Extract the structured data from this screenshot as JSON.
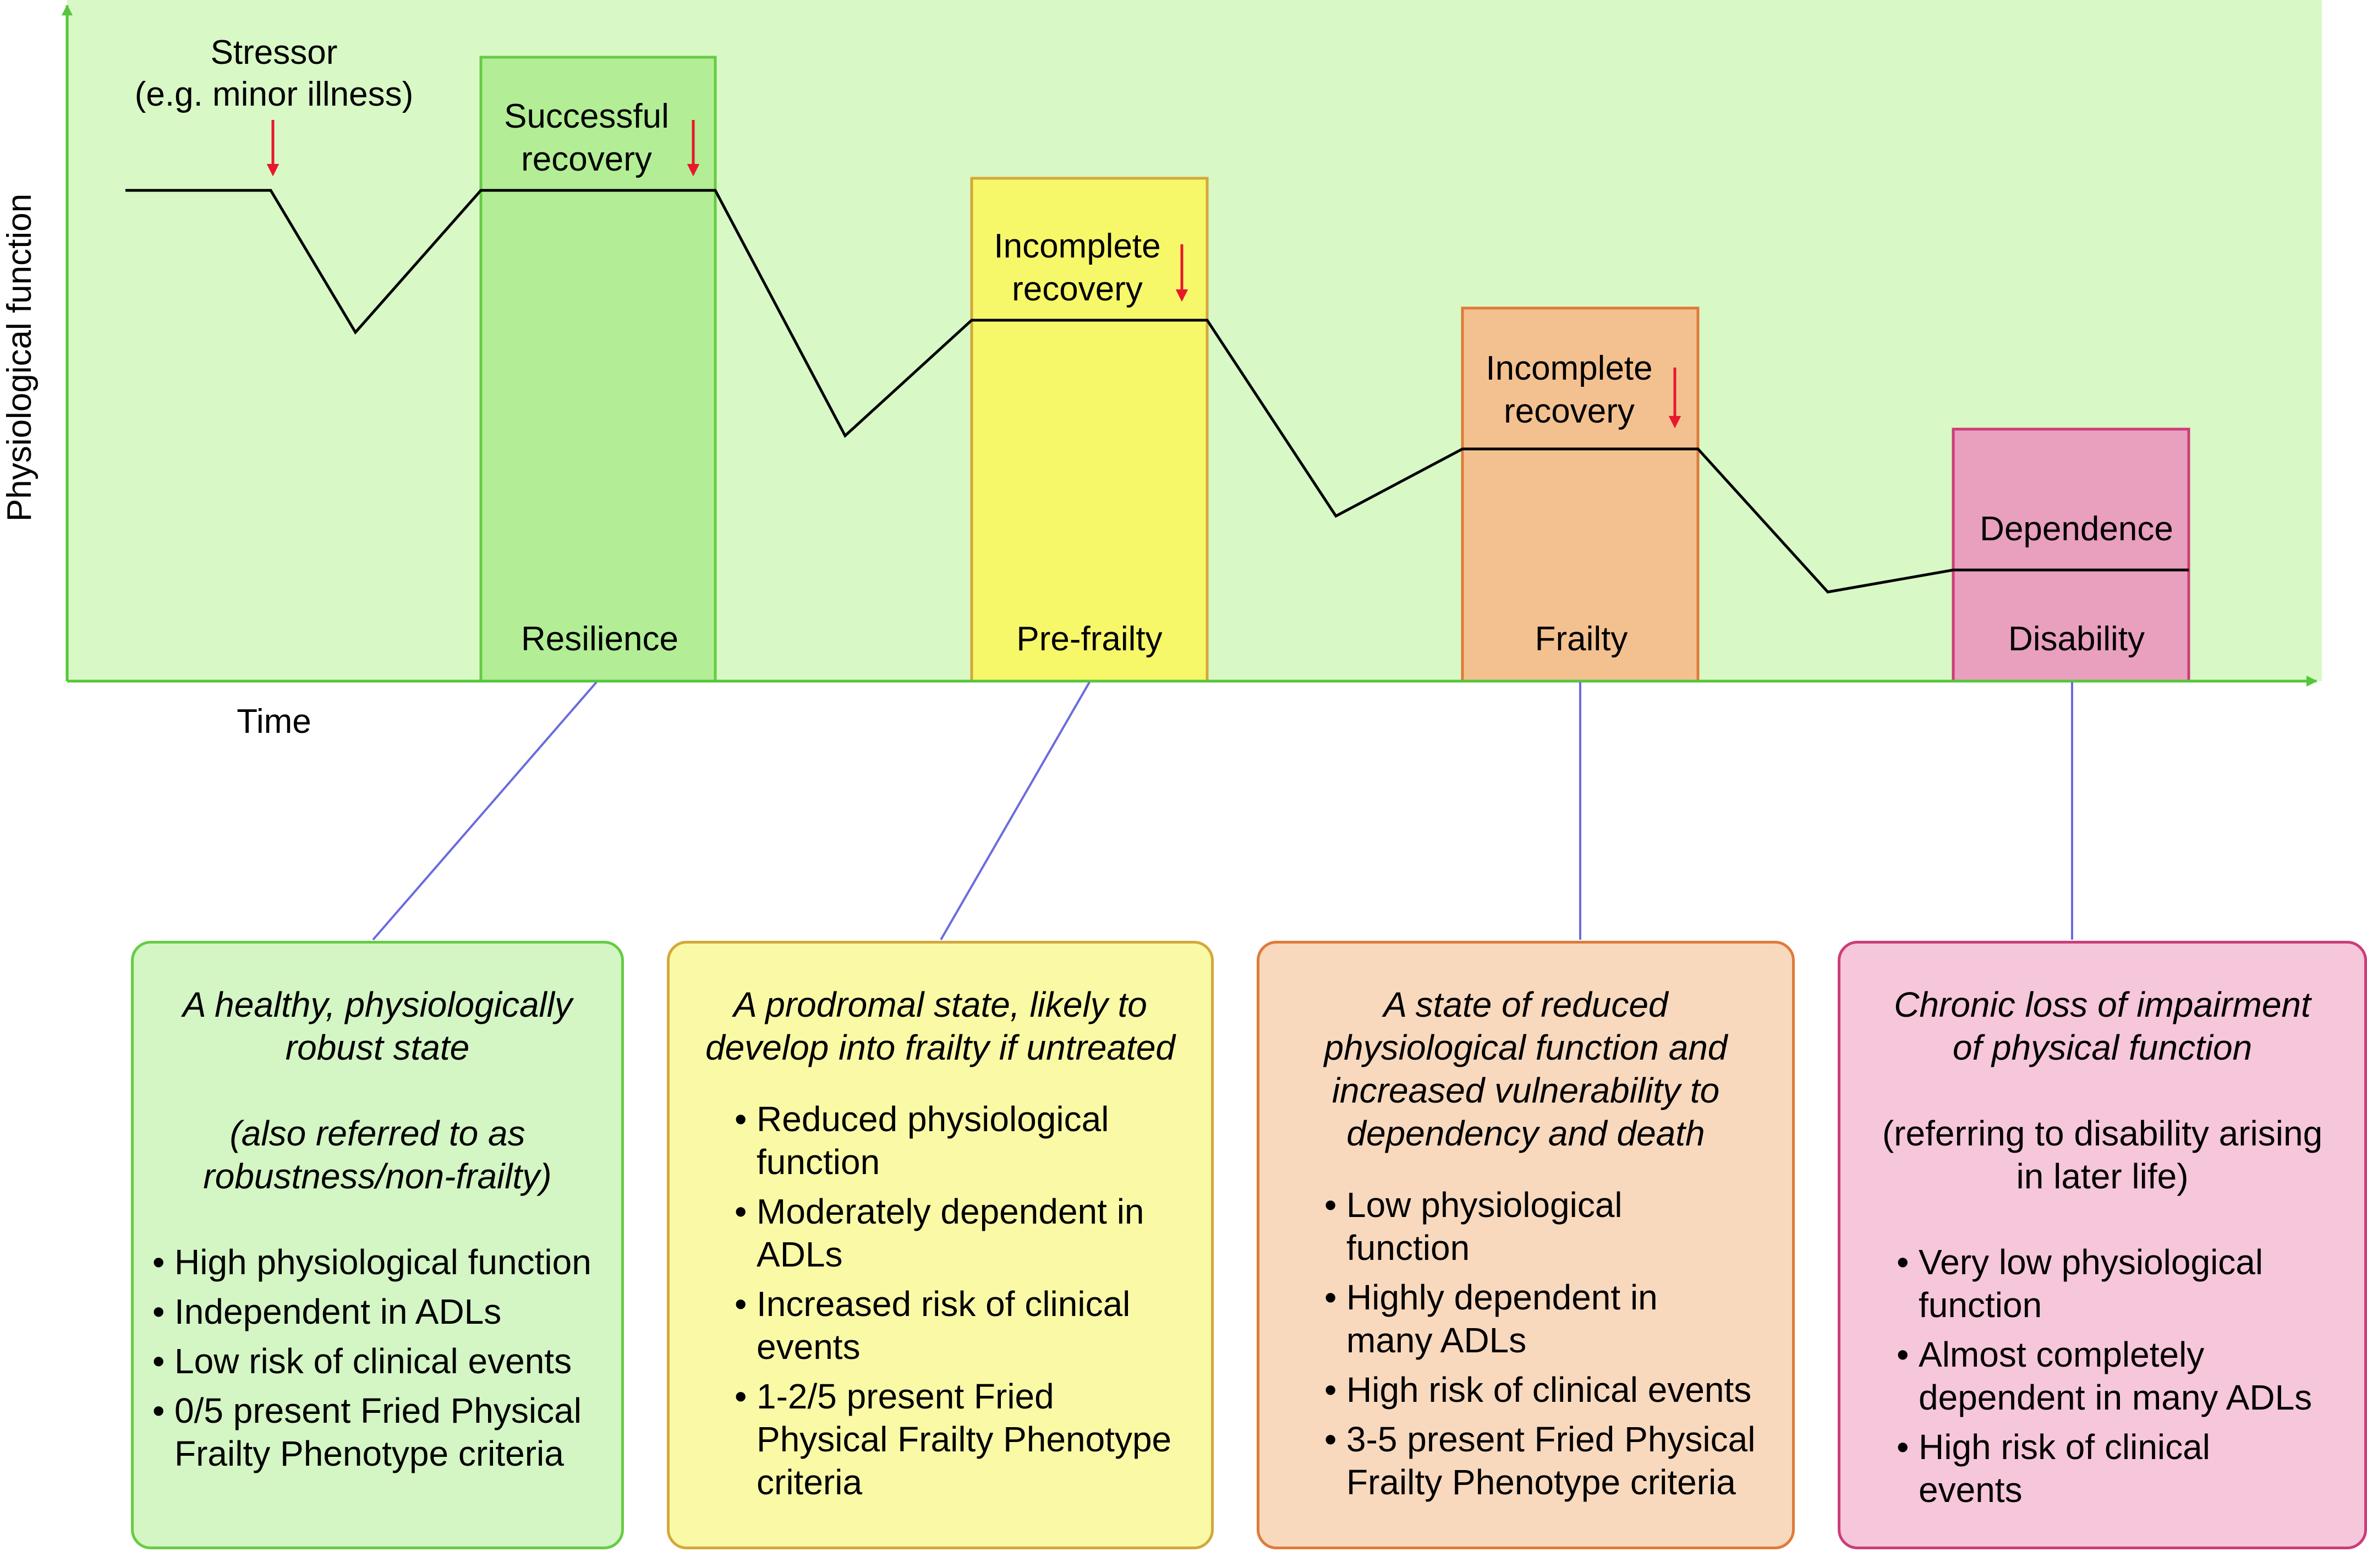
{
  "axes": {
    "y_label": "Physiological function",
    "x_label": "Time"
  },
  "stressor": {
    "line1": "Stressor",
    "line2": "(e.g. minor illness)"
  },
  "stages": [
    {
      "name": "Resilience",
      "top_label": [
        "Successful",
        "recovery"
      ],
      "fill": "#b3ee96",
      "border": "#66cc44",
      "description": {
        "heading": [
          "A healthy, physiologically",
          "robust state"
        ],
        "note": [
          "(also referred to as",
          "robustness/non-frailty)"
        ],
        "bullets": [
          [
            "High physiological function"
          ],
          [
            "Independent in ADLs"
          ],
          [
            "Low risk of clinical events"
          ],
          [
            "0/5 present Fried Physical",
            "Frailty Phenotype criteria"
          ]
        ]
      }
    },
    {
      "name": "Pre-frailty",
      "top_label": [
        "Incomplete",
        "recovery"
      ],
      "fill": "#f6f86a",
      "border": "#d4a83a",
      "description": {
        "heading": [
          "A prodromal state, likely to",
          "develop into frailty if untreated"
        ],
        "note": [],
        "bullets": [
          [
            "Reduced physiological",
            "function"
          ],
          [
            "Moderately dependent in",
            "ADLs"
          ],
          [
            "Increased risk of clinical",
            "events"
          ],
          [
            "1-2/5 present Fried",
            "Physical Frailty Phenotype",
            "criteria"
          ]
        ]
      }
    },
    {
      "name": "Frailty",
      "top_label": [
        "Incomplete",
        "recovery"
      ],
      "fill": "#f3c190",
      "border": "#e07a3a",
      "description": {
        "heading": [
          "A state of reduced",
          "physiological function and",
          "increased vulnerability to",
          "dependency and death"
        ],
        "note": [],
        "bullets": [
          [
            "Low physiological",
            "function"
          ],
          [
            "Highly dependent in",
            "many ADLs"
          ],
          [
            "High risk of clinical events"
          ],
          [
            "3-5 present Fried Physical",
            "Frailty Phenotype criteria"
          ]
        ]
      }
    },
    {
      "name": "Disability",
      "top_label": [
        "Dependence"
      ],
      "fill": "#e99fbe",
      "border": "#cc3d7a",
      "description": {
        "heading": [
          "Chronic loss of impairment",
          "of physical function"
        ],
        "note": [
          "(referring to disability arising",
          "in later life)"
        ],
        "bullets": [
          [
            "Very low physiological",
            "function"
          ],
          [
            "Almost completely",
            "dependent in many ADLs"
          ],
          [
            "High risk of clinical",
            "events"
          ]
        ]
      }
    }
  ],
  "colors": {
    "plot_background": "#d8f8c6",
    "axis": "#55c63a",
    "trajectory": "#000000",
    "stressor_arrow": "#e8182c",
    "connector": "#6b6bdf",
    "card_fills": [
      "#d4f5c4",
      "#fafaa6",
      "#f8d9bd",
      "#f6c6da"
    ]
  }
}
